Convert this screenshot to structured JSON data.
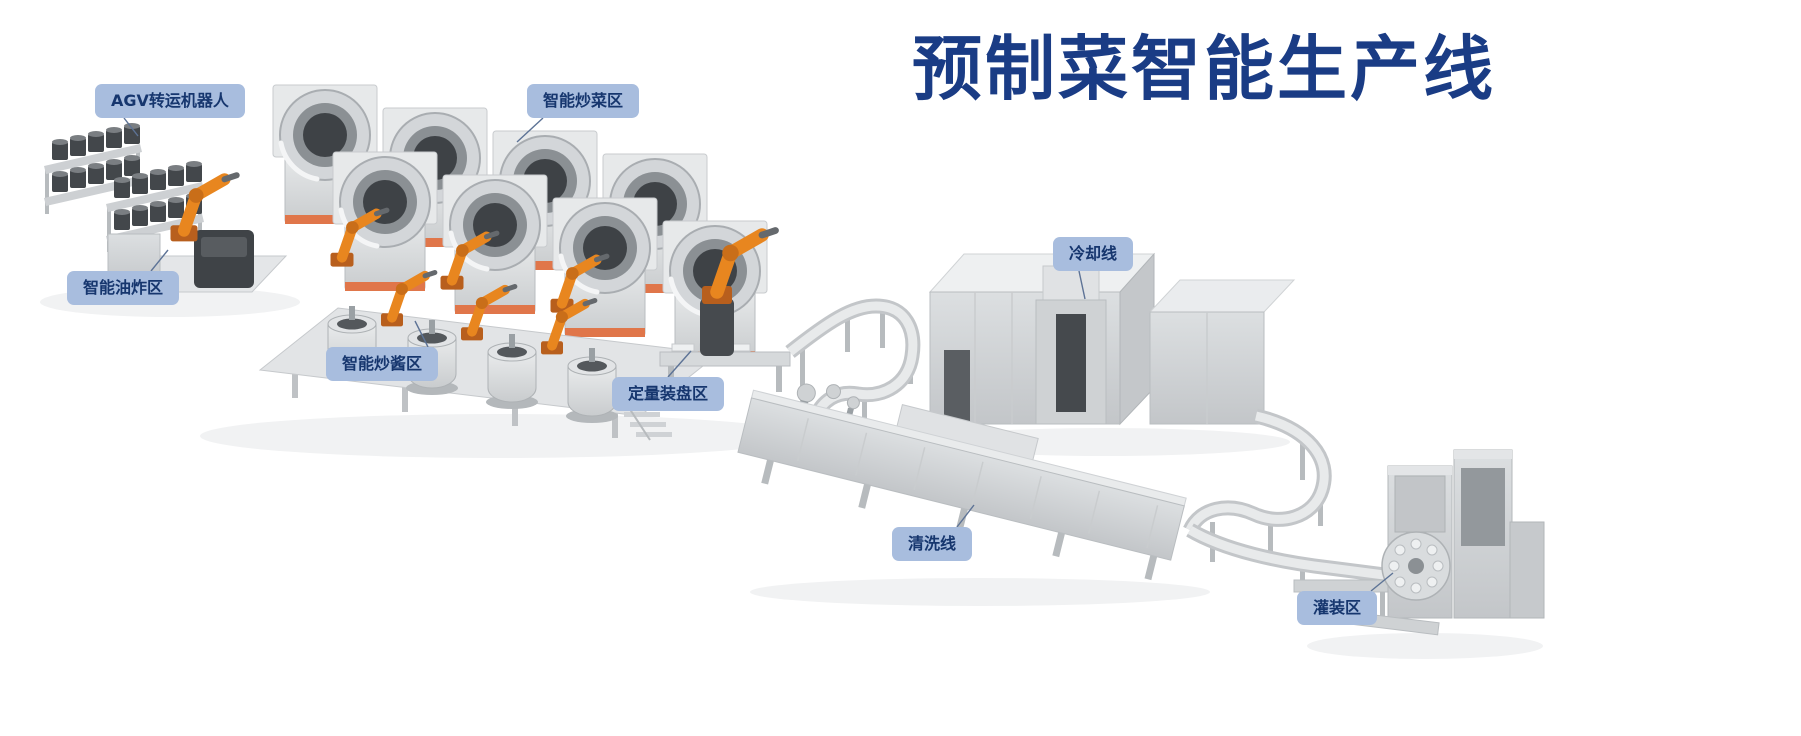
{
  "title": "预制菜智能生产线",
  "labels": {
    "agv": {
      "text": "AGV转运机器人"
    },
    "stir_fry": {
      "text": "智能炒菜区"
    },
    "frying": {
      "text": "智能油炸区"
    },
    "sauce": {
      "text": "智能炒酱区"
    },
    "plating": {
      "text": "定量装盘区"
    },
    "cooling": {
      "text": "冷却线"
    },
    "cleaning": {
      "text": "清洗线"
    },
    "filling": {
      "text": "灌装区"
    }
  },
  "colors": {
    "background": "#ffffff",
    "title_text": "#1a3c85",
    "label_background": "#a8bdde",
    "label_text": "#16366e",
    "robot_arm_orange": "#e8861f",
    "machine_base_orange": "#e0764a",
    "machine_grey": "#d6d9db"
  }
}
